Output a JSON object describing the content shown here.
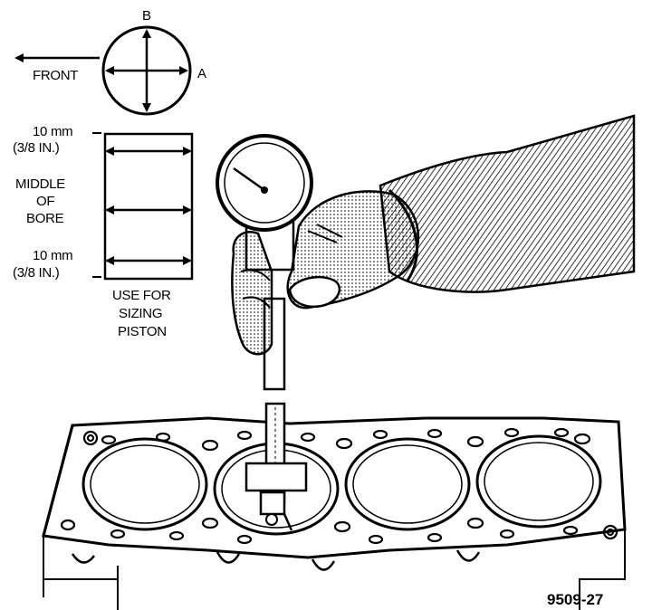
{
  "orientation": {
    "front_label": "FRONT",
    "axis_a_label": "A",
    "axis_b_label": "B"
  },
  "bore_diagram": {
    "top_offset_mm": "10 mm",
    "top_offset_in": "(3/8 IN.)",
    "middle_line1": "MIDDLE",
    "middle_line2": "OF",
    "middle_line3": "BORE",
    "bottom_offset_mm": "10 mm",
    "bottom_offset_in": "(3/8 IN.)",
    "note_line1": "USE FOR",
    "note_line2": "SIZING",
    "note_line3": "PISTON"
  },
  "figure_number": "9509-27",
  "icons": [
    "dial-bore-gauge-icon",
    "hand-icon",
    "cylinder-block-icon"
  ],
  "colors": {
    "ink": "#000000",
    "paper": "#ffffff"
  }
}
